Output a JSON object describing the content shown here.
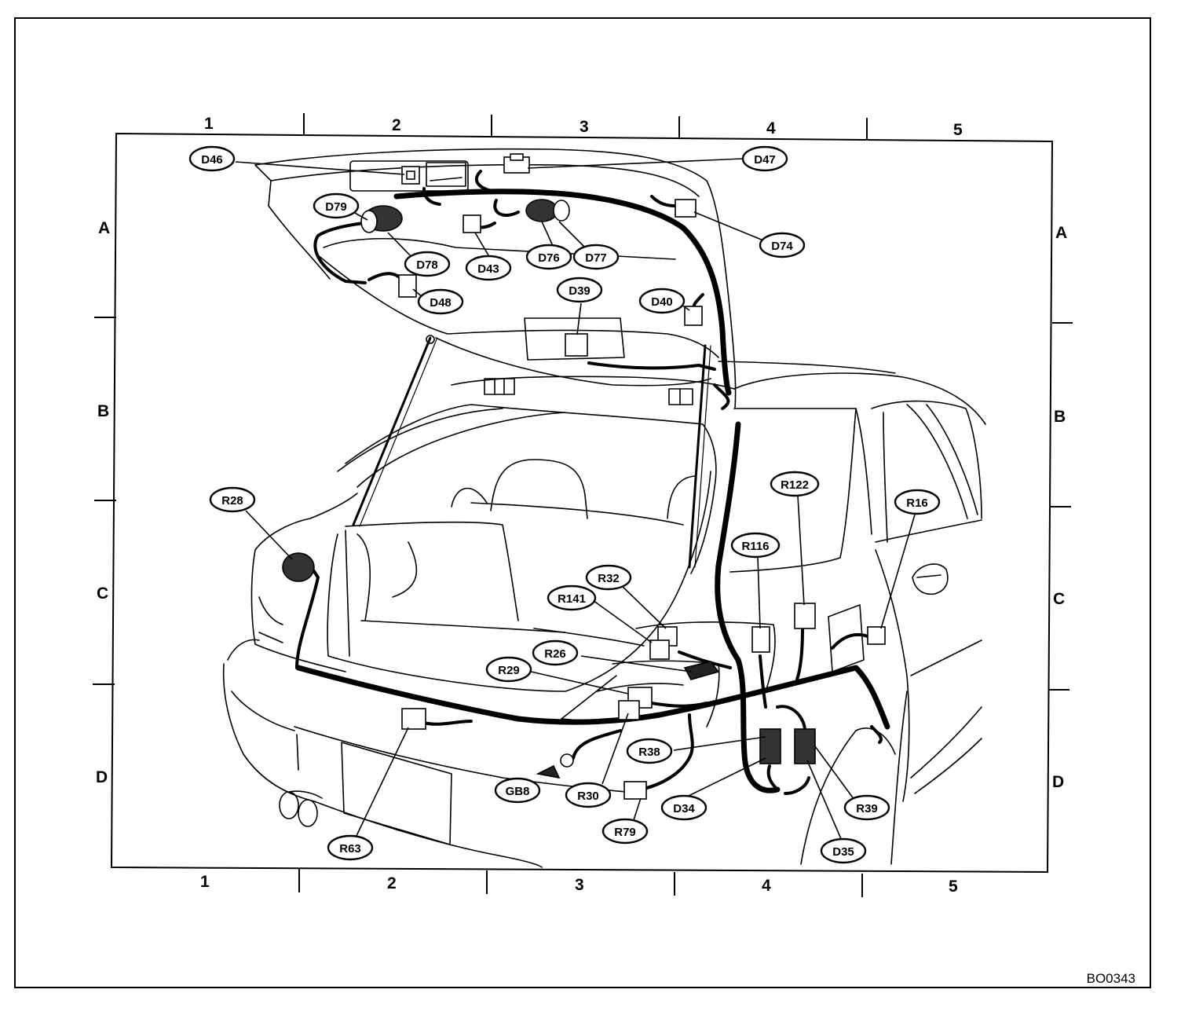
{
  "grid": {
    "columns": [
      "1",
      "2",
      "3",
      "4",
      "5"
    ],
    "rows": [
      "A",
      "B",
      "C",
      "D"
    ]
  },
  "connectors": {
    "D46": "D46",
    "D47": "D47",
    "D79": "D79",
    "D78": "D78",
    "D43": "D43",
    "D76": "D76",
    "D77": "D77",
    "D74": "D74",
    "D48": "D48",
    "D39": "D39",
    "D40": "D40",
    "R28": "R28",
    "R122": "R122",
    "R16": "R16",
    "R116": "R116",
    "R32": "R32",
    "R141": "R141",
    "R26": "R26",
    "R29": "R29",
    "R38": "R38",
    "R30": "R30",
    "GB8": "GB8",
    "R79": "R79",
    "D34": "D34",
    "R39": "R39",
    "D35": "D35",
    "R63": "R63"
  },
  "drawing_code": "BO0343"
}
